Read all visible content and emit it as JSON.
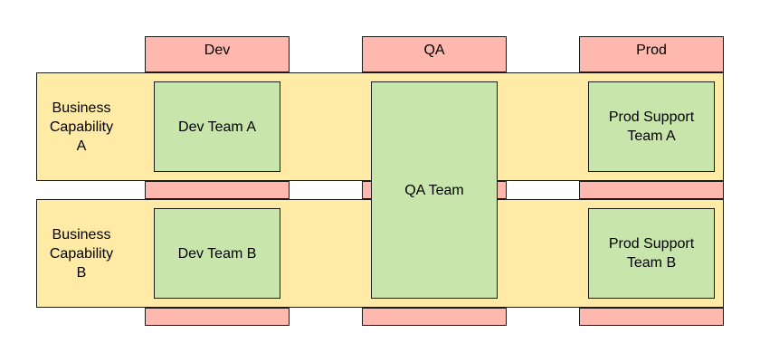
{
  "environments": {
    "dev": "Dev",
    "qa": "QA",
    "prod": "Prod"
  },
  "capabilities": {
    "a": "Business\nCapability\nA",
    "b": "Business\nCapability\nB"
  },
  "teams": {
    "dev_a": "Dev Team A",
    "dev_b": "Dev Team B",
    "qa": "QA Team",
    "prod_a": "Prod Support\nTeam A",
    "prod_b": "Prod Support\nTeam B"
  },
  "colors": {
    "environment": "#ffb8ae",
    "capability": "#ffeaa6",
    "team": "#c8e6ab",
    "border": "#1a1a1a"
  }
}
